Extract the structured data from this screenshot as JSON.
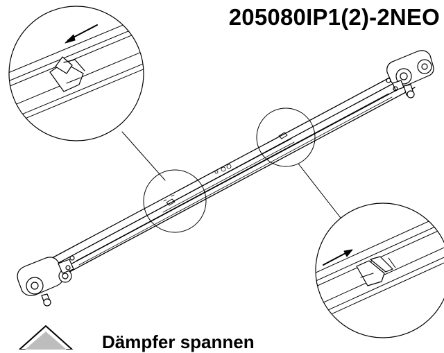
{
  "header": {
    "part_code": "205080IP1(2)-2NEO"
  },
  "footer": {
    "caption": "Dämpfer spannen",
    "warning_icon": "warning-triangle-icon"
  },
  "detail_views": [
    {
      "name": "left-detail",
      "arrow_direction": "left"
    },
    {
      "name": "right-detail",
      "arrow_direction": "right"
    }
  ]
}
